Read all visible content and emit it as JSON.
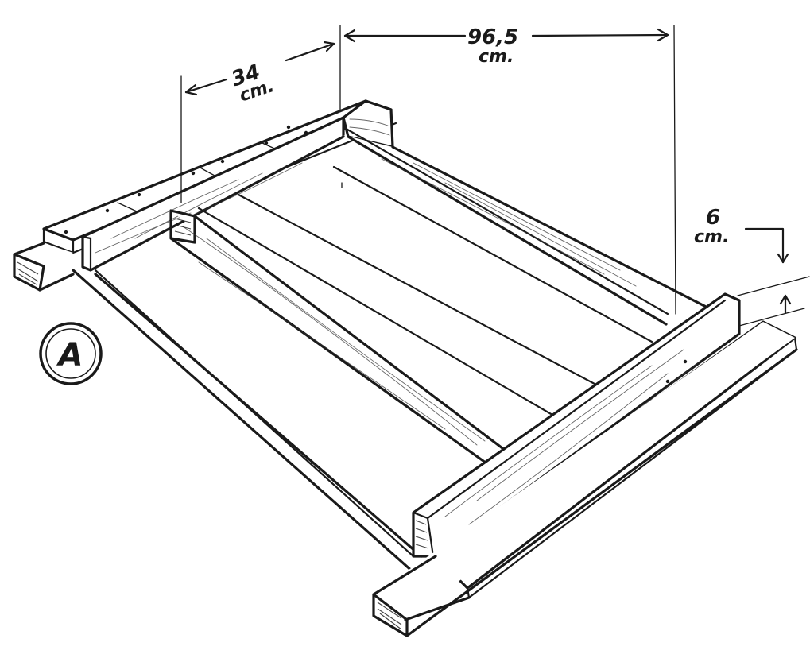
{
  "figure": {
    "label": "A"
  },
  "dimensions": [
    {
      "id": "width",
      "value": "34",
      "unit": "cm."
    },
    {
      "id": "length",
      "value": "96,5",
      "unit": "cm."
    },
    {
      "id": "height",
      "value": "6",
      "unit": "cm."
    }
  ]
}
